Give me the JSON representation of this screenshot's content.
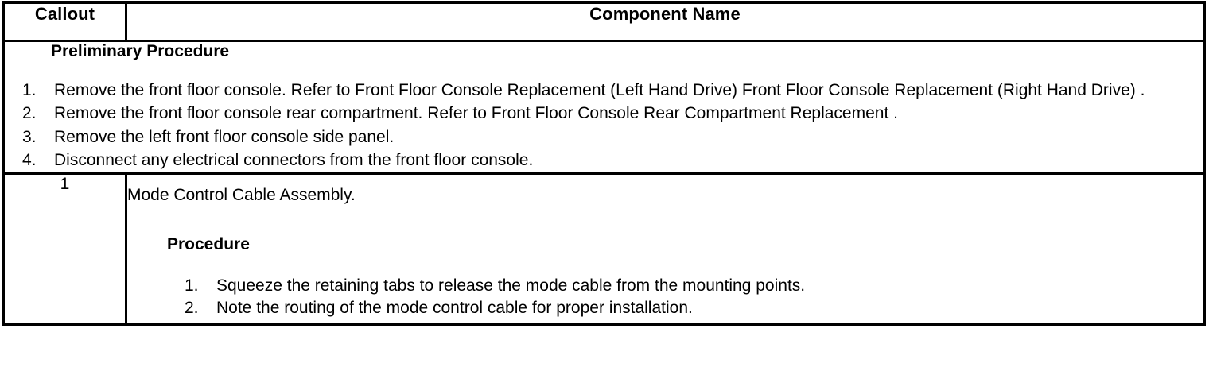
{
  "table": {
    "headers": {
      "callout": "Callout",
      "component_name": "Component Name"
    },
    "preliminary": {
      "heading": "Preliminary Procedure",
      "steps": [
        {
          "num": "1.",
          "text": "Remove the front floor console. Refer to Front Floor Console Replacement (Left Hand Drive) Front Floor Console Replacement (Right Hand Drive) ."
        },
        {
          "num": "2.",
          "text": "Remove the front floor console rear compartment. Refer to Front Floor Console Rear Compartment Replacement ."
        },
        {
          "num": "3.",
          "text": "Remove the left front floor console side panel."
        },
        {
          "num": "4.",
          "text": "Disconnect any electrical connectors from the front floor console."
        }
      ]
    },
    "rows": [
      {
        "callout": "1",
        "component_title": "Mode Control Cable Assembly.",
        "procedure_heading": "Procedure",
        "procedure_steps": [
          {
            "num": "1.",
            "text": "Squeeze the retaining tabs to release the mode cable from the mounting points."
          },
          {
            "num": "2.",
            "text": "Note the routing of the mode control cable for proper installation."
          }
        ]
      }
    ]
  },
  "colors": {
    "border": "#000000",
    "text": "#000000",
    "background": "#ffffff"
  }
}
